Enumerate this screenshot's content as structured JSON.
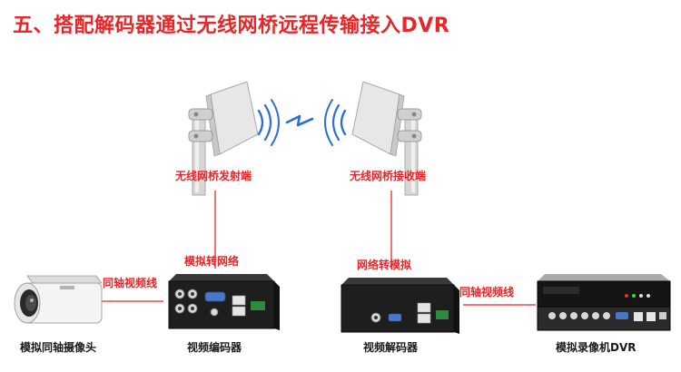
{
  "title": "五、搭配解码器通过无线网桥远程传输接入DVR",
  "labels": {
    "tx_bridge": "无线网桥发射端",
    "rx_bridge": "无线网桥接收端",
    "analog_to_network": "模拟转网络",
    "network_to_analog": "网络转模拟",
    "coax_left": "同轴视频线",
    "coax_right": "同轴视频线",
    "camera": "模拟同轴摄像头",
    "encoder": "视频编码器",
    "decoder": "视频解码器",
    "dvr": "模拟录像机DVR"
  },
  "colors": {
    "accent": "#e8262a",
    "signal": "#2d6fd6",
    "device_dark": "#1e1e1e",
    "panel_white": "#f2f2f2"
  },
  "icons": {
    "tx_antenna": "panel-antenna-icon",
    "rx_antenna": "panel-antenna-icon",
    "wireless_link": "wireless-signal-icon",
    "camera": "bullet-camera-icon",
    "encoder": "video-encoder-icon",
    "decoder": "video-decoder-icon",
    "dvr": "dvr-recorder-icon"
  }
}
